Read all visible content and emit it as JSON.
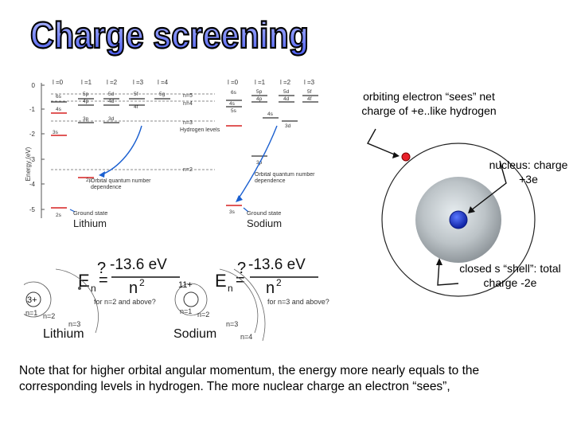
{
  "title": "Charge screening",
  "levels_panel": {
    "y_axis_label": "Energy (eV)",
    "y_ticks": [
      "0",
      "-1",
      "-2",
      "-3",
      "-4",
      "-5"
    ],
    "lithium": {
      "name": "Lithium",
      "columns": [
        "l =0",
        "l =1",
        "l =2",
        "l =3",
        "l =4"
      ],
      "state_labels": [
        "6s",
        "5p",
        "5d",
        "5f",
        "5g",
        "4s",
        "4p",
        "4d",
        "4f",
        "3p",
        "3d",
        "3s",
        "2p",
        "2s"
      ],
      "hydrogen_levels": [
        "n=5",
        "n=4",
        "n=3",
        "n=2"
      ],
      "hydrogen_label": "Hydrogen levels",
      "dependence_label": "Orbital quantum number dependence",
      "ground_label": "Ground state"
    },
    "sodium": {
      "name": "Sodium",
      "columns": [
        "l =0",
        "l =1",
        "l =2",
        "l =3"
      ],
      "state_labels": [
        "6s",
        "5p",
        "5d",
        "5f",
        "4s",
        "4p",
        "4d",
        "4f",
        "5s",
        "4s",
        "3d",
        "3p",
        "3s"
      ],
      "dependence_label": "Orbital quantum number dependence",
      "ground_label": "Ground state"
    }
  },
  "orbit": {
    "note": "orbiting electron “sees” net charge of +e..like hydrogen",
    "nucleus_label": "nucleus: charge +3e",
    "shell_label": "closed s “shell”: total charge -2e",
    "colors": {
      "electron": "#e8202a",
      "nucleus": "#1a34c8",
      "shell": "#a0a6ab",
      "orbit": "#222222"
    }
  },
  "formulas": {
    "lithium": {
      "lhs": "E",
      "sub": "n",
      "eq": "=",
      "q": "?",
      "numerator": "-13.6 eV",
      "denominator": "n",
      "power": "2",
      "nucleus": "3+",
      "orbit_labels": [
        "n=1",
        "n=2",
        "n=3"
      ],
      "note": "for n=2 and above?",
      "name": "Lithium"
    },
    "sodium": {
      "lhs": "E",
      "sub": "n",
      "eq": "=",
      "q": "?",
      "numerator": "-13.6 eV",
      "denominator": "n",
      "power": "2",
      "nucleus": "11+",
      "orbit_labels": [
        "n=1",
        "n=2",
        "n=3",
        "n=4"
      ],
      "note": "for n=3 and above?",
      "name": "Sodium"
    }
  },
  "bottom_note": "Note that for higher orbital angular momentum, the energy more nearly equals to the corresponding levels in hydrogen.  The more nuclear charge an electron “sees”,"
}
